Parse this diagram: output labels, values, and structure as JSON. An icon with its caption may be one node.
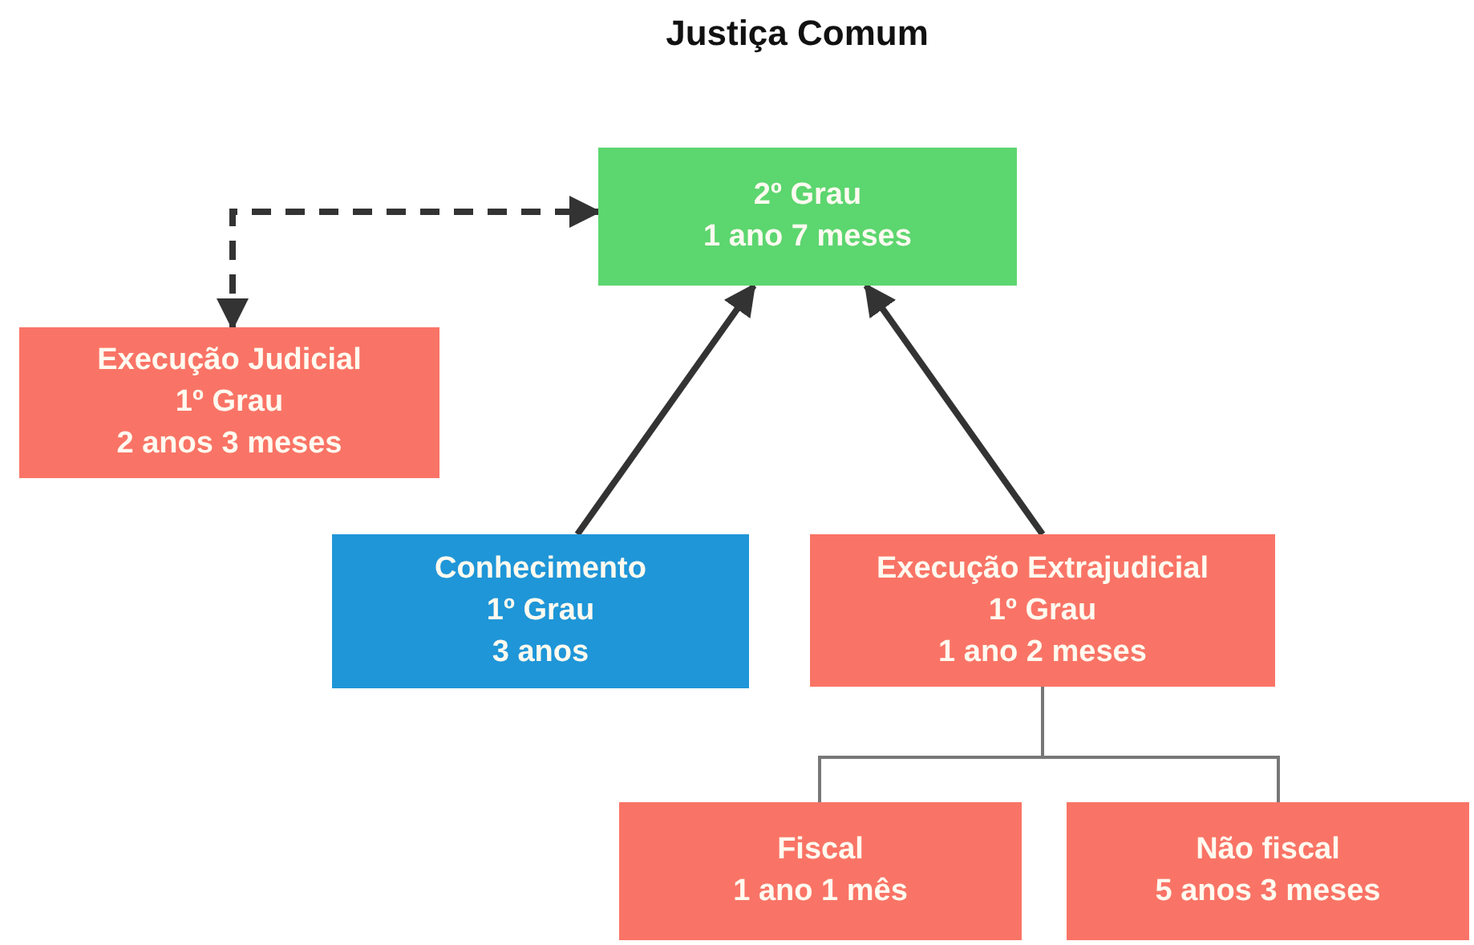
{
  "diagram": {
    "title": "Justiça Comum",
    "nodes": [
      {
        "text": [
          "2º Grau",
          "1 ano 7 meses"
        ]
      },
      {
        "text": [
          "Execução Judicial",
          "1º Grau",
          "2 anos 3 meses"
        ]
      },
      {
        "text": [
          "Conhecimento",
          "1º Grau",
          "3 anos"
        ]
      },
      {
        "text": [
          "Execução Extrajudicial",
          "1º Grau",
          "1 ano 2 meses"
        ]
      },
      {
        "text": [
          "Fiscal",
          "1 ano 1 mês"
        ]
      },
      {
        "text": [
          "Não fiscal",
          "5 anos 3 meses"
        ]
      }
    ],
    "edges": [
      {
        "from": 1,
        "to": 0,
        "arrow": "both",
        "style": "dashed"
      },
      {
        "from": 2,
        "to": 0,
        "arrow": "to"
      },
      {
        "from": 3,
        "to": 0,
        "arrow": "to"
      },
      {
        "from": 3,
        "to": 4,
        "arrow": "none",
        "color": "#777777"
      },
      {
        "from": 3,
        "to": 5,
        "arrow": "none",
        "color": "#777777"
      }
    ]
  }
}
